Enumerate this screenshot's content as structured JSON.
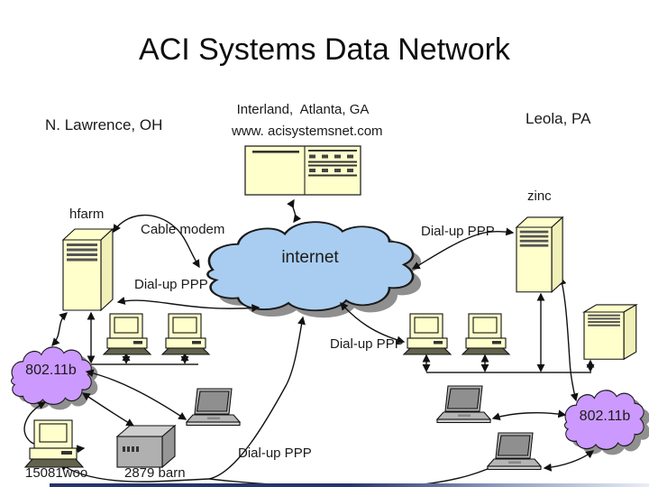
{
  "slide": {
    "title": "ACI Systems Data Network",
    "sites": {
      "left_site": "N. Lawrence, OH",
      "hosting_name": "Interland,  Atlanta, GA",
      "hosting_url": "www. acisystemsnet.com",
      "right_site": "Leola, PA"
    },
    "clouds": {
      "internet": "internet",
      "wifi_left": "802.11b",
      "wifi_right": "802.11b"
    },
    "devices": {
      "hfarm": "hfarm",
      "zinc": "zinc",
      "workstation": "15081woo",
      "barn": "2879 barn"
    },
    "links": {
      "cable_modem": "Cable modem",
      "dialup_hfarm": "Dial-up PPP",
      "dialup_zinc": "Dial-up PPP",
      "dialup_desktop": "Dial-up PPP",
      "dialup_remote": "Dial-up PPP"
    },
    "colors": {
      "device_fill": "#ffffcc",
      "internet_cloud": "#a9cdf0",
      "wifi_cloud": "#cc99ff",
      "cloud_shadow": "#8f8f8f",
      "line": "#111111",
      "footer_bar": "#26356b"
    }
  }
}
